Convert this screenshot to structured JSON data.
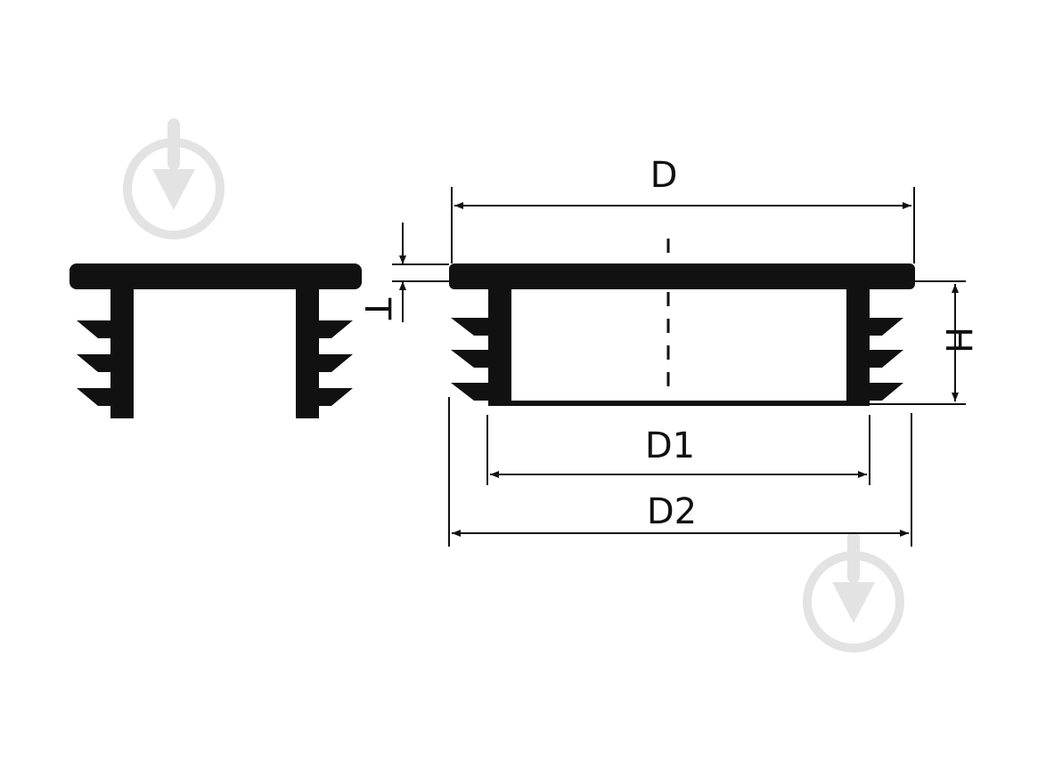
{
  "diagram": {
    "labels": {
      "D": "D",
      "D1": "D1",
      "D2": "D2",
      "H": "H",
      "T": "T"
    }
  },
  "colors": {
    "stroke": "#111111",
    "watermark": "#e3e3e3",
    "background": "#ffffff"
  },
  "icons": {
    "watermark": "drop-logo-icon"
  }
}
